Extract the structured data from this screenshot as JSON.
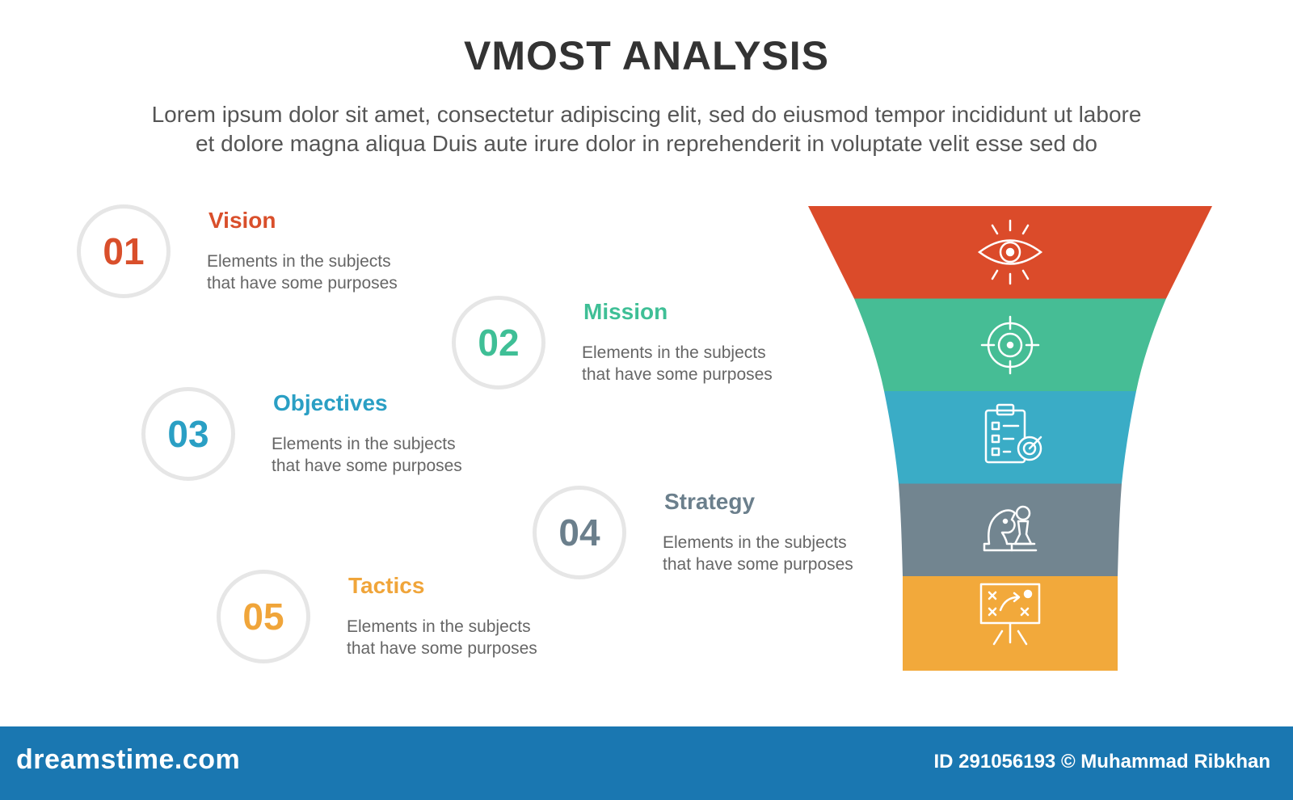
{
  "header": {
    "title": "VMOST ANALYSIS",
    "subtitle_line1": "Lorem ipsum dolor sit amet, consectetur adipiscing elit, sed do eiusmod tempor incididunt ut labore",
    "subtitle_line2": "et dolore magna aliqua Duis aute irure dolor in reprehenderit in voluptate velit esse sed do"
  },
  "items": [
    {
      "number": "01",
      "title": "Vision",
      "desc_line1": "Elements in the subjects",
      "desc_line2": "that have some purposes",
      "color": "#d94f2b",
      "icon": "eye-icon"
    },
    {
      "number": "02",
      "title": "Mission",
      "desc_line1": "Elements in the subjects",
      "desc_line2": "that have some purposes",
      "color": "#3fbf96",
      "icon": "target-icon"
    },
    {
      "number": "03",
      "title": "Objectives",
      "desc_line1": "Elements in the subjects",
      "desc_line2": "that have some purposes",
      "color": "#2a9fc4",
      "icon": "checklist-icon"
    },
    {
      "number": "04",
      "title": "Strategy",
      "desc_line1": "Elements in the subjects",
      "desc_line2": "that have some purposes",
      "color": "#6b7f8c",
      "icon": "chess-icon"
    },
    {
      "number": "05",
      "title": "Tactics",
      "desc_line1": "Elements in the subjects",
      "desc_line2": "that have some purposes",
      "color": "#f0a53a",
      "icon": "tactics-board-icon"
    }
  ],
  "funnel_colors": [
    "#db4b2a",
    "#46bd95",
    "#3aacc6",
    "#728590",
    "#f2a93b"
  ],
  "footer": {
    "brand": "dreamstime.com",
    "credit": "ID 291056193 © Muhammad Ribkhan"
  }
}
